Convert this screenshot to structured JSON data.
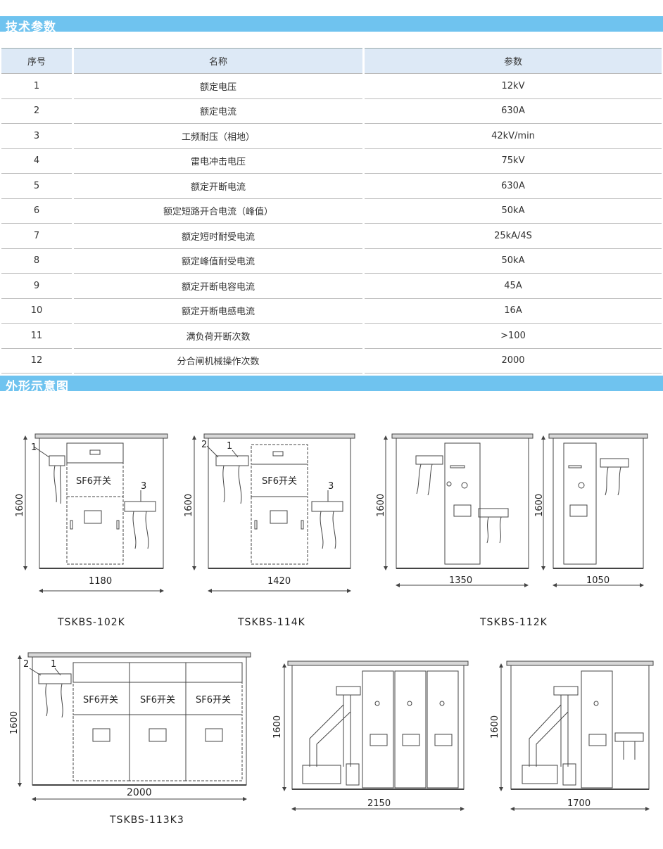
{
  "sections": {
    "spec_title": "技术参数",
    "outline_title": "外形示意图"
  },
  "table": {
    "headers": [
      "序号",
      "名称",
      "参数"
    ],
    "rows": [
      [
        "1",
        "额定电压",
        "12kV"
      ],
      [
        "2",
        "额定电流",
        "630A"
      ],
      [
        "3",
        "工频耐压（相地）",
        "42kV/min"
      ],
      [
        "4",
        "雷电冲击电压",
        "75kV"
      ],
      [
        "5",
        "额定开断电流",
        "630A"
      ],
      [
        "6",
        "额定短路开合电流（峰值）",
        "50kA"
      ],
      [
        "7",
        "额定短时耐受电流",
        "25kA/4S"
      ],
      [
        "8",
        "额定峰值耐受电流",
        "50kA"
      ],
      [
        "9",
        "额定开断电容电流",
        "45A"
      ],
      [
        "10",
        "额定开断电感电流",
        "16A"
      ],
      [
        "11",
        "满负荷开断次数",
        ">100"
      ],
      [
        "12",
        "分合闸机械操作次数",
        "2000"
      ]
    ]
  },
  "drawings": {
    "sf6_label": "SF6开关",
    "height_label": "1600",
    "callouts": [
      "1",
      "2",
      "3"
    ],
    "models": {
      "m102k": {
        "name": "TSKBS-102K",
        "width": "1180"
      },
      "m114k": {
        "name": "TSKBS-114K",
        "width": "1420"
      },
      "m112k": {
        "name": "TSKBS-112K",
        "width_a": "1350",
        "width_b": "1050"
      },
      "m113k3": {
        "name": "TSKBS-113K3",
        "width": "2000"
      },
      "m2150": {
        "width": "2150"
      },
      "m1700": {
        "width": "1700"
      }
    }
  }
}
